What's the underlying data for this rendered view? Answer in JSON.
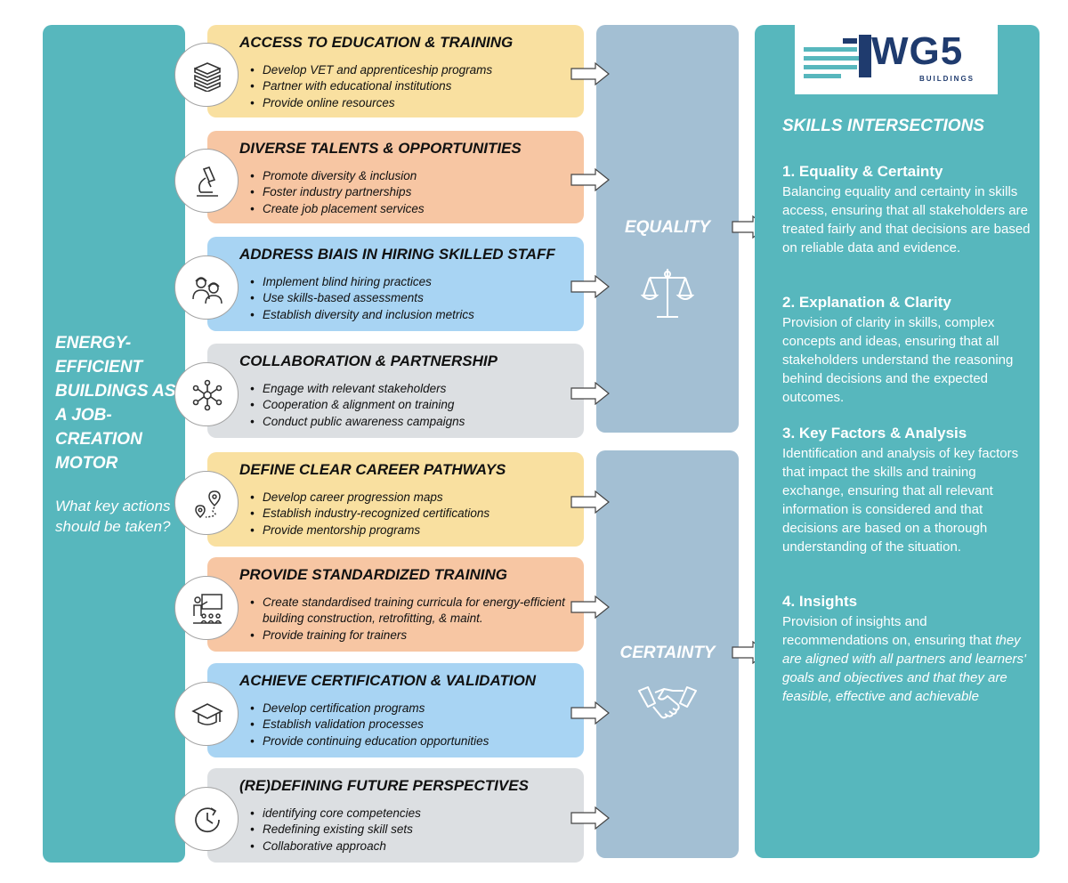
{
  "left": {
    "title": "ENERGY-EFFICIENT BUILDINGS AS A JOB-CREATION MOTOR",
    "subtitle": "What key actions should be taken?"
  },
  "cards": [
    {
      "title": "ACCESS TO EDUCATION & TRAINING",
      "icon": "books-icon",
      "color": "#f9e0a0",
      "items": [
        "Develop VET and apprenticeship programs",
        "Partner with educational institutions",
        "Provide online resources"
      ]
    },
    {
      "title": "DIVERSE TALENTS & OPPORTUNITIES",
      "icon": "microscope-icon",
      "color": "#f7c6a3",
      "items": [
        "Promote diversity & inclusion",
        "Foster industry partnerships",
        "Create job placement services"
      ]
    },
    {
      "title": "ADDRESS BIAIS IN HIRING SKILLED STAFF",
      "icon": "workers-icon",
      "color": "#a8d4f3",
      "items": [
        "Implement blind hiring practices",
        "Use skills-based assessments",
        "Establish diversity and inclusion metrics"
      ]
    },
    {
      "title": "COLLABORATION & PARTNERSHIP",
      "icon": "network-icon",
      "color": "#dcdfe2",
      "items": [
        "Engage with relevant stakeholders",
        "Cooperation & alignment on training",
        "Conduct public awareness campaigns"
      ]
    },
    {
      "title": "DEFINE CLEAR CAREER PATHWAYS",
      "icon": "route-icon",
      "color": "#f9e0a0",
      "items": [
        "Develop career progression maps",
        "Establish industry-recognized certifications",
        "Provide mentorship programs"
      ]
    },
    {
      "title": "PROVIDE STANDARDIZED TRAINING",
      "icon": "teacher-icon",
      "color": "#f7c6a3",
      "items": [
        "Create standardised training curricula for energy-efficient building construction, retrofitting, & maint.",
        "Provide training for trainers"
      ]
    },
    {
      "title": "ACHIEVE CERTIFICATION & VALIDATION",
      "icon": "graduation-cap-icon",
      "color": "#a8d4f3",
      "items": [
        "Develop certification programs",
        "Establish validation processes",
        "Provide continuing education opportunities"
      ]
    },
    {
      "title": "(RE)DEFINING FUTURE PERSPECTIVES",
      "icon": "clock-icon",
      "color": "#dcdfe2",
      "items": [
        "identifying core competencies",
        "Redefining existing skill sets",
        "Collaborative approach"
      ]
    }
  ],
  "middle": {
    "equality_label": "EQUALITY",
    "certainty_label": "CERTAINTY"
  },
  "logo": {
    "text": "WG5",
    "sub": "BUILDINGS"
  },
  "right": {
    "title": "SKILLS INTERSECTIONS",
    "sections": [
      {
        "heading": "1. Equality & Certainty",
        "body": "Balancing equality and certainty in skills access, ensuring that all stakeholders are treated fairly and that decisions are based on reliable data and evidence."
      },
      {
        "heading": "2. Explanation & Clarity",
        "body": "Provision of clarity in skills, complex concepts and ideas, ensuring that all stakeholders understand the reasoning behind decisions and the expected outcomes."
      },
      {
        "heading": "3. Key Factors & Analysis",
        "body": "Identification and analysis of key factors that impact the skills and training exchange, ensuring that all relevant information is considered and that decisions are based on a thorough understanding of the situation."
      },
      {
        "heading": "4. Insights",
        "body": "Provision of insights and recommendations on, ensuring that",
        "body_italic": "they are aligned with all partners and learners' goals and objectives and that they are feasible, effective and achievable"
      }
    ]
  }
}
